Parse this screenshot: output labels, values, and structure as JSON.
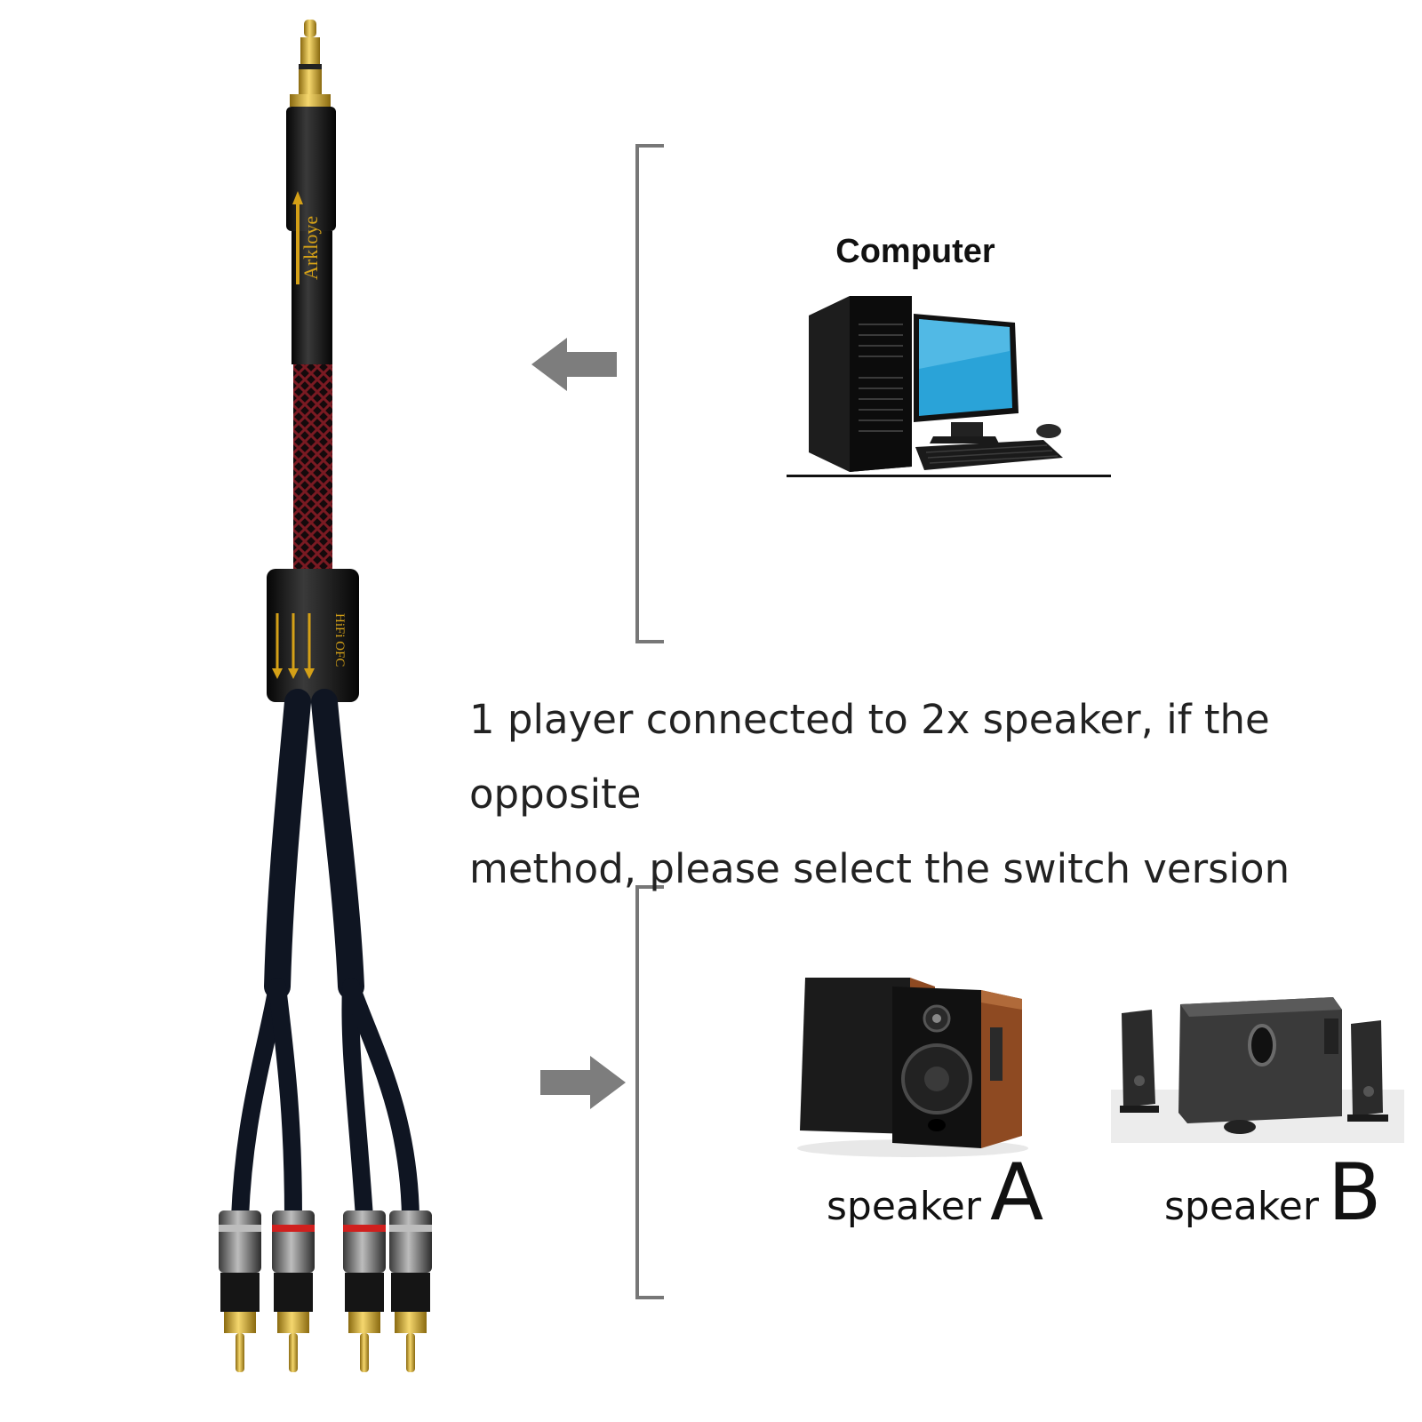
{
  "cable": {
    "brand_text": "Arkloye",
    "splitter_text": "HiFi OFC"
  },
  "computer": {
    "label": "Computer"
  },
  "caption": {
    "line1": "1 player connected to 2x speaker, if the opposite",
    "line2": "method, please select the switch version"
  },
  "speakers": {
    "a": {
      "word": "speaker",
      "letter": "A"
    },
    "b": {
      "word": "speaker",
      "letter": "B"
    }
  },
  "colors": {
    "gold": "#d4a017",
    "cable_black": "#0f1522",
    "braid_red": "#7a1a22",
    "arrow_gray": "#7d7d7d",
    "wood": "#8e4a22",
    "screen_blue": "#2aa3d8"
  }
}
